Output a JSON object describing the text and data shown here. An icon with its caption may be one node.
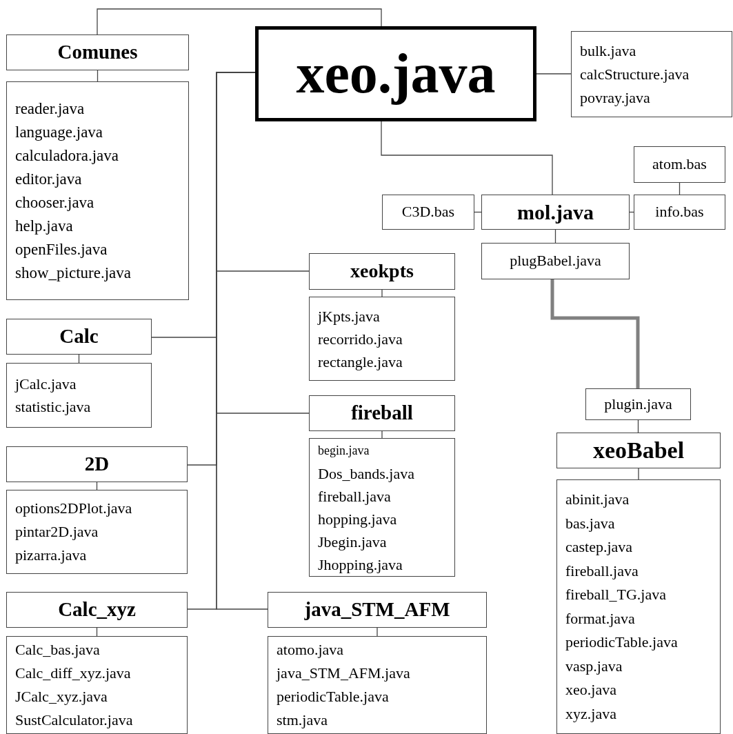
{
  "diagram": {
    "nodes": [
      {
        "text": [
          "xeo.java"
        ]
      },
      {
        "text": [
          "Comunes"
        ]
      },
      {
        "text": [
          "reader.java",
          "language.java",
          "calculadora.java",
          "editor.java",
          "chooser.java",
          "help.java",
          "openFiles.java",
          "show_picture.java"
        ]
      },
      {
        "text": [
          "bulk.java",
          "calcStructure.java",
          "povray.java"
        ]
      },
      {
        "text": [
          "atom.bas"
        ]
      },
      {
        "text": [
          "C3D.bas"
        ]
      },
      {
        "text": [
          "mol.java"
        ]
      },
      {
        "text": [
          "info.bas"
        ]
      },
      {
        "text": [
          "plugBabel.java"
        ]
      },
      {
        "text": [
          "xeokpts"
        ]
      },
      {
        "text": [
          "jKpts.java",
          "recorrido.java",
          "rectangle.java"
        ]
      },
      {
        "text": [
          "Calc"
        ]
      },
      {
        "text": [
          "jCalc.java",
          "statistic.java"
        ]
      },
      {
        "text": [
          "fireball"
        ]
      },
      {
        "text": [
          "begin.java",
          "Dos_bands.java",
          "fireball.java",
          "hopping.java",
          "Jbegin.java",
          "Jhopping.java"
        ]
      },
      {
        "text": [
          "plugin.java"
        ]
      },
      {
        "text": [
          "xeoBabel"
        ]
      },
      {
        "text": [
          "abinit.java",
          "bas.java",
          "castep.java",
          "fireball.java",
          "fireball_TG.java",
          "format.java",
          "periodicTable.java",
          "vasp.java",
          "xeo.java",
          "xyz.java"
        ]
      },
      {
        "text": [
          "2D"
        ]
      },
      {
        "text": [
          "options2DPlot.java",
          "pintar2D.java",
          "pizarra.java"
        ]
      },
      {
        "text": [
          "Calc_xyz"
        ]
      },
      {
        "text": [
          "Calc_bas.java",
          "Calc_diff_xyz.java",
          "JCalc_xyz.java",
          "SustCalculator.java"
        ]
      },
      {
        "text": [
          "java_STM_AFM"
        ]
      },
      {
        "text": [
          "atomo.java",
          "java_STM_AFM.java",
          "periodicTable.java",
          "stm.java"
        ]
      }
    ],
    "edges": [
      {
        "from": 0,
        "to": 1,
        "arrow": "none"
      },
      {
        "from": 1,
        "to": 2,
        "arrow": "none"
      },
      {
        "from": 0,
        "to": 3,
        "arrow": "none"
      },
      {
        "from": 0,
        "to": 6,
        "arrow": "none"
      },
      {
        "from": 5,
        "to": 6,
        "arrow": "none"
      },
      {
        "from": 6,
        "to": 7,
        "arrow": "none"
      },
      {
        "from": 4,
        "to": 7,
        "arrow": "none"
      },
      {
        "from": 6,
        "to": 8,
        "arrow": "none"
      },
      {
        "from": 8,
        "to": 15,
        "arrow": "none",
        "style": "thick",
        "color": "#808080"
      },
      {
        "from": 15,
        "to": 16,
        "arrow": "none"
      },
      {
        "from": 16,
        "to": 17,
        "arrow": "none"
      },
      {
        "from": 0,
        "to": 9,
        "arrow": "none"
      },
      {
        "from": 9,
        "to": 10,
        "arrow": "none"
      },
      {
        "from": 0,
        "to": 11,
        "arrow": "none"
      },
      {
        "from": 11,
        "to": 12,
        "arrow": "none"
      },
      {
        "from": 0,
        "to": 13,
        "arrow": "none"
      },
      {
        "from": 13,
        "to": 14,
        "arrow": "none"
      },
      {
        "from": 0,
        "to": 18,
        "arrow": "none"
      },
      {
        "from": 18,
        "to": 19,
        "arrow": "none"
      },
      {
        "from": 0,
        "to": 20,
        "arrow": "none"
      },
      {
        "from": 20,
        "to": 21,
        "arrow": "none"
      },
      {
        "from": 0,
        "to": 22,
        "arrow": "none"
      },
      {
        "from": 22,
        "to": 23,
        "arrow": "none"
      }
    ]
  }
}
